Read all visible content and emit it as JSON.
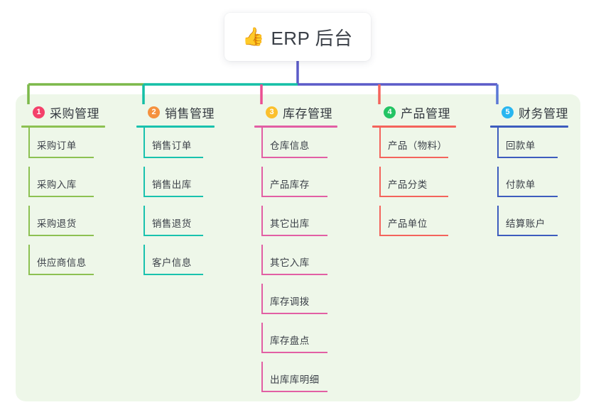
{
  "diagram": {
    "type": "mindmap",
    "title": "ERP 后台",
    "background": "#ffffff",
    "panel_color": "#eef7e9"
  },
  "root": {
    "icon": "thumbs-up-icon",
    "emoji": "👍",
    "label": "ERP 后台",
    "stem_color": "#5b5bc8"
  },
  "trunk": {
    "segments": [
      {
        "name": "left-green",
        "color": "#7cb94a"
      },
      {
        "name": "mid-teal",
        "color": "#14bfa6"
      },
      {
        "name": "right-blue",
        "color": "#5b5bc8"
      }
    ]
  },
  "columns": [
    {
      "number": "1",
      "label": "采购管理",
      "badge_color": "#f4416b",
      "rule_color": "#8cc152",
      "branch_color": "#7cb94a",
      "items": [
        {
          "label": "采购订单"
        },
        {
          "label": "采购入库"
        },
        {
          "label": "采购退货"
        },
        {
          "label": "供应商信息"
        }
      ]
    },
    {
      "number": "2",
      "label": "销售管理",
      "badge_color": "#f5913e",
      "rule_color": "#19c2ae",
      "branch_color": "#14bfa6",
      "items": [
        {
          "label": "销售订单"
        },
        {
          "label": "销售出库"
        },
        {
          "label": "销售退货"
        },
        {
          "label": "客户信息"
        }
      ]
    },
    {
      "number": "3",
      "label": "库存管理",
      "badge_color": "#fbc02d",
      "rule_color": "#e25fa4",
      "branch_color": "#ea4f92",
      "items": [
        {
          "label": "仓库信息"
        },
        {
          "label": "产品库存"
        },
        {
          "label": "其它出库"
        },
        {
          "label": "其它入库"
        },
        {
          "label": "库存调拨"
        },
        {
          "label": "库存盘点"
        },
        {
          "label": "出库库明细"
        }
      ]
    },
    {
      "number": "4",
      "label": "产品管理",
      "badge_color": "#23c464",
      "rule_color": "#f4645c",
      "branch_color": "#f4645c",
      "items": [
        {
          "label": "产品（物料）"
        },
        {
          "label": "产品分类"
        },
        {
          "label": "产品单位"
        }
      ]
    },
    {
      "number": "5",
      "label": "财务管理",
      "badge_color": "#29b6f0",
      "rule_color": "#3d5cbe",
      "branch_color": "#5b78d6",
      "items": [
        {
          "label": "回款单"
        },
        {
          "label": "付款单"
        },
        {
          "label": "结算账户"
        }
      ]
    }
  ]
}
